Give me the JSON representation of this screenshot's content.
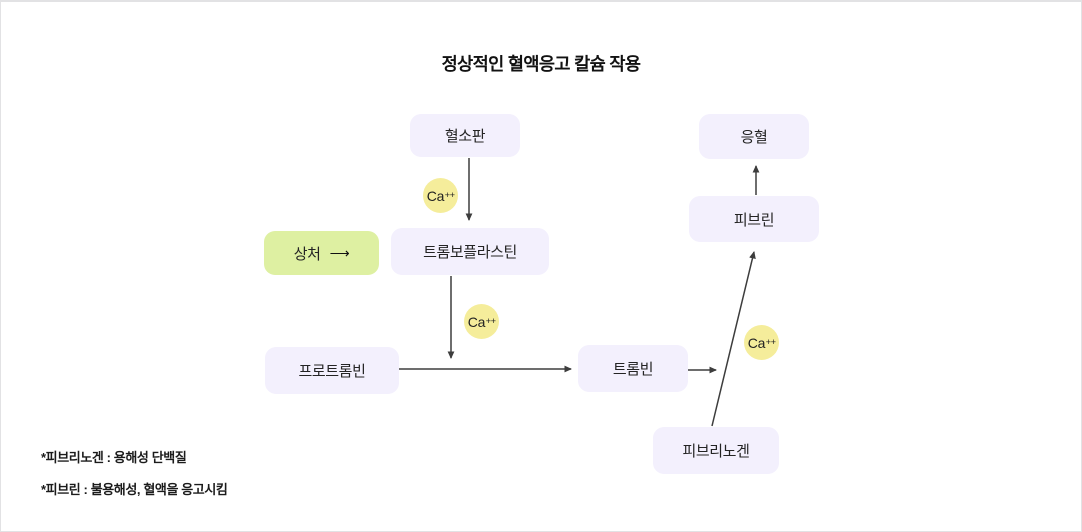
{
  "title": "정상적인 혈액응고 칼슘 작용",
  "nodes": {
    "platelet": {
      "label": "혈소판"
    },
    "clot": {
      "label": "응혈"
    },
    "fibrin": {
      "label": "피브린"
    },
    "wound": {
      "label": "상처",
      "arrow": "⟶"
    },
    "thromboplastin": {
      "label": "트롬보플라스틴"
    },
    "prothrombin": {
      "label": "프로트롬빈"
    },
    "thrombin": {
      "label": "트롬빈"
    },
    "fibrinogen": {
      "label": "피브리노겐"
    }
  },
  "calcium": {
    "base": "Ca",
    "sup": "++"
  },
  "edges": [
    "혈소판 → 트롬보플라스틴 (Ca++)",
    "상처 → 트롬보플라스틴",
    "트롬보플라스틴 → (프로트롬빈→트롬빈 반응) (Ca++)",
    "프로트롬빈 → 트롬빈",
    "트롬빈 → (피브리노겐→피브린 반응)",
    "피브리노겐 → 피브린 (Ca++)",
    "피브린 → 응혈"
  ],
  "footnotes": [
    "*피브리노겐 : 용해성 단백질",
    "*피브린 : 불용해성, 혈액을 응고시킴"
  ],
  "colors": {
    "node_fill": "#f3f0fd",
    "wound_fill": "#def0a2",
    "calcium_fill": "#f5ed9b",
    "arrow": "#3d3d3d",
    "title_text": "#121212"
  }
}
